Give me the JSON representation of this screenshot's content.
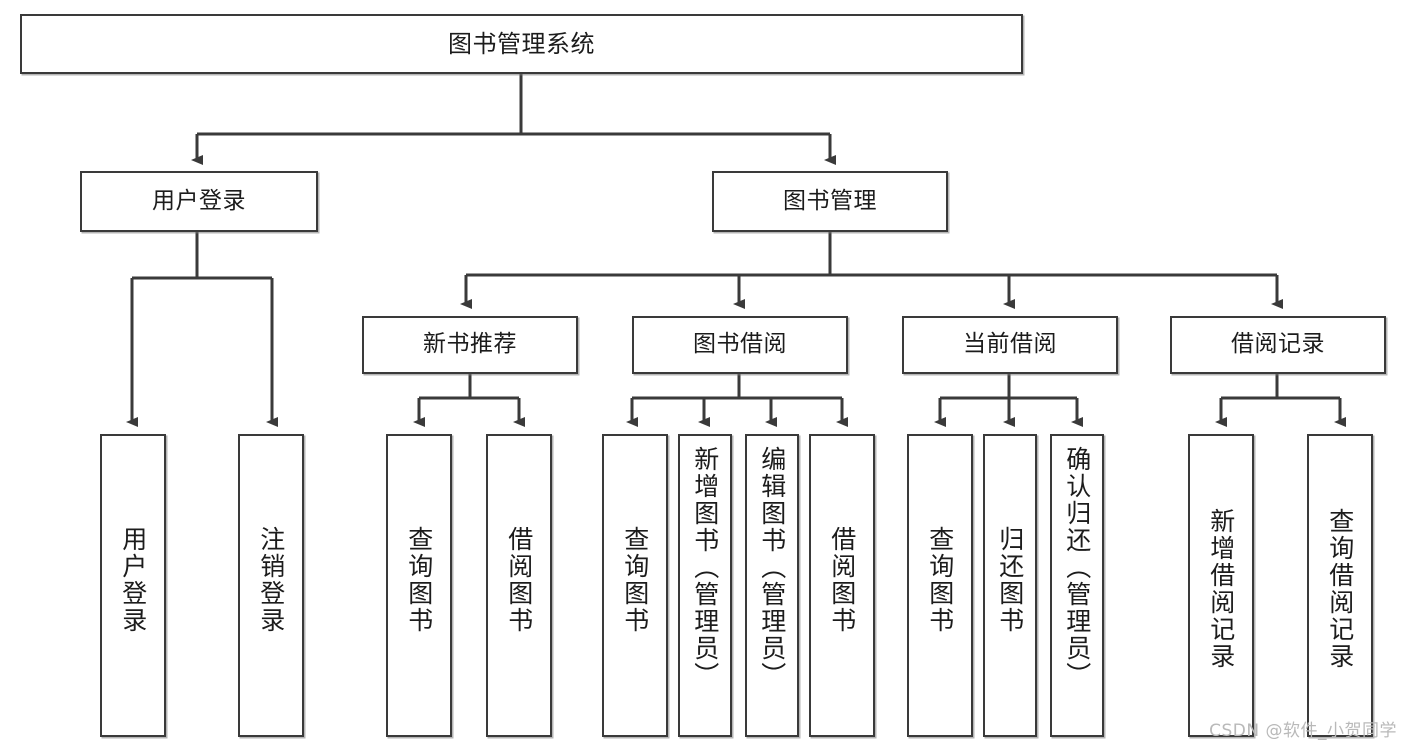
{
  "diagram": {
    "title": "图书管理系统",
    "type": "tree-hierarchy",
    "watermark": "CSDN @软件_小贺同学",
    "colors": {
      "box_border": "#3a3a3a",
      "box_fill": "#ffffff",
      "edge": "#3a3a3a",
      "text": "#1c1c1c",
      "watermark": "#b9b9b9"
    },
    "nodes": {
      "root": {
        "label": "图书管理系统"
      },
      "level2": [
        {
          "id": "user-login",
          "label": "用户登录"
        },
        {
          "id": "book-management",
          "label": "图书管理"
        }
      ],
      "level3": [
        {
          "id": "new-book-recommend",
          "label": "新书推荐"
        },
        {
          "id": "book-borrow",
          "label": "图书借阅"
        },
        {
          "id": "current-borrow",
          "label": "当前借阅"
        },
        {
          "id": "borrow-record",
          "label": "借阅记录"
        }
      ],
      "leaves": {
        "user_login": [
          {
            "id": "leaf-user-login",
            "label": "用户登录"
          },
          {
            "id": "leaf-logout",
            "label": "注销登录"
          }
        ],
        "new_book_recommend": [
          {
            "id": "leaf-query-book-1",
            "label": "查询图书"
          },
          {
            "id": "leaf-borrow-book-1",
            "label": "借阅图书"
          }
        ],
        "book_borrow": [
          {
            "id": "leaf-query-book-2",
            "label": "查询图书"
          },
          {
            "id": "leaf-add-book",
            "label": "新增图书（管理员）"
          },
          {
            "id": "leaf-edit-book",
            "label": "编辑图书（管理员）"
          },
          {
            "id": "leaf-borrow-book-2",
            "label": "借阅图书"
          }
        ],
        "current_borrow": [
          {
            "id": "leaf-query-book-3",
            "label": "查询图书"
          },
          {
            "id": "leaf-return-book",
            "label": "归还图书"
          },
          {
            "id": "leaf-confirm-return",
            "label": "确认归还（管理员）"
          }
        ],
        "borrow_record": [
          {
            "id": "leaf-add-record",
            "label": "新增借阅记录"
          },
          {
            "id": "leaf-query-record",
            "label": "查询借阅记录"
          }
        ]
      }
    }
  }
}
